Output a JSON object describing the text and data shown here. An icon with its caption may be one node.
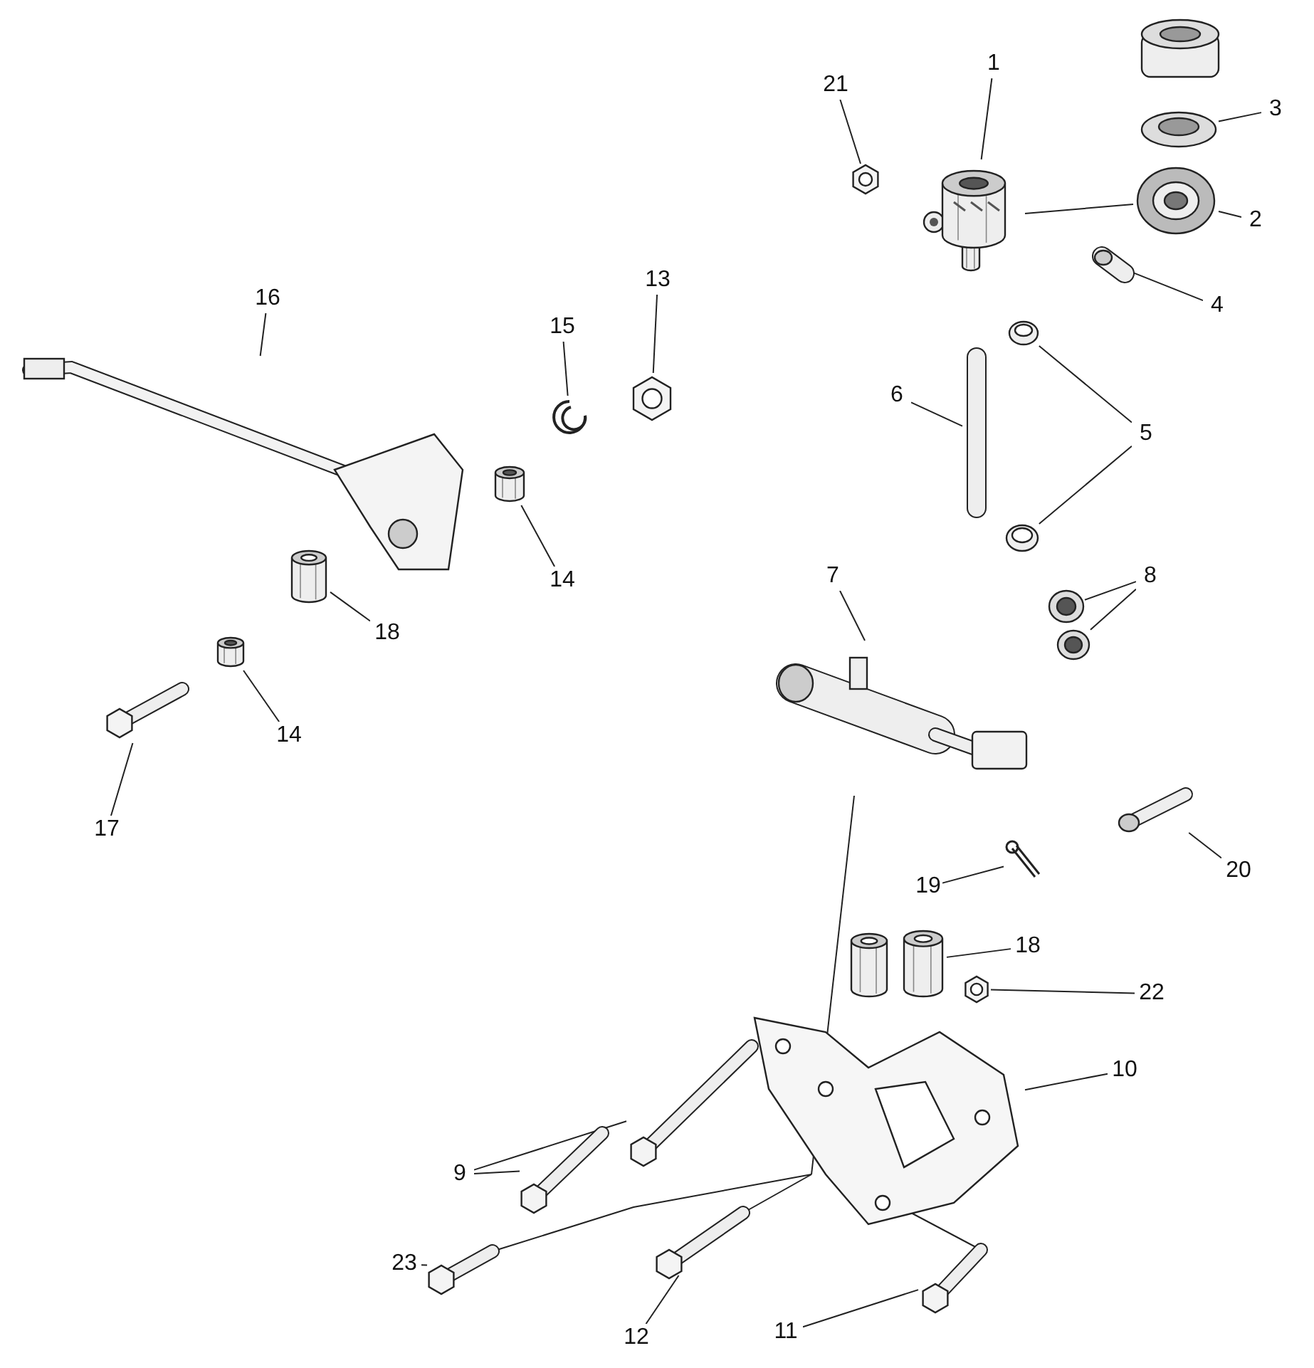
{
  "diagram": {
    "nodes": [
      {
        "text": [
          "1"
        ]
      },
      {
        "text": [],
        "shape": "picture"
      },
      {
        "text": [
          "2"
        ]
      },
      {
        "text": [],
        "shape": "picture"
      },
      {
        "text": [
          "3"
        ]
      },
      {
        "text": [],
        "shape": "picture"
      },
      {
        "text": [
          "4"
        ]
      },
      {
        "text": [],
        "shape": "picture"
      },
      {
        "text": [
          "5"
        ]
      },
      {
        "text": [],
        "shape": "picture"
      },
      {
        "text": [],
        "shape": "picture"
      },
      {
        "text": [
          "6"
        ]
      },
      {
        "text": [],
        "shape": "picture"
      },
      {
        "text": [
          "7"
        ]
      },
      {
        "text": [],
        "shape": "picture"
      },
      {
        "text": [
          "8"
        ]
      },
      {
        "text": [],
        "shape": "picture"
      },
      {
        "text": [],
        "shape": "picture"
      },
      {
        "text": [
          "9"
        ]
      },
      {
        "text": [],
        "shape": "picture"
      },
      {
        "text": [],
        "shape": "picture"
      },
      {
        "text": [
          "10"
        ]
      },
      {
        "text": [],
        "shape": "picture"
      },
      {
        "text": [
          "11"
        ]
      },
      {
        "text": [],
        "shape": "picture"
      },
      {
        "text": [
          "12"
        ]
      },
      {
        "text": [],
        "shape": "picture"
      },
      {
        "text": [
          "13"
        ]
      },
      {
        "text": [],
        "shape": "picture"
      },
      {
        "text": [
          "14"
        ]
      },
      {
        "text": [],
        "shape": "picture"
      },
      {
        "text": [
          "14"
        ]
      },
      {
        "text": [],
        "shape": "picture"
      },
      {
        "text": [
          "15"
        ]
      },
      {
        "text": [],
        "shape": "picture"
      },
      {
        "text": [
          "16"
        ]
      },
      {
        "text": [],
        "shape": "picture"
      },
      {
        "text": [
          "17"
        ]
      },
      {
        "text": [],
        "shape": "picture"
      },
      {
        "text": [
          "18"
        ]
      },
      {
        "text": [],
        "shape": "picture"
      },
      {
        "text": [
          "18"
        ]
      },
      {
        "text": [],
        "shape": "picture"
      },
      {
        "text": [
          "19"
        ]
      },
      {
        "text": [],
        "shape": "picture"
      },
      {
        "text": [
          "20"
        ]
      },
      {
        "text": [],
        "shape": "picture"
      },
      {
        "text": [
          "21"
        ]
      },
      {
        "text": [],
        "shape": "picture"
      },
      {
        "text": [
          "22"
        ]
      },
      {
        "text": [],
        "shape": "picture"
      },
      {
        "text": [
          "23"
        ]
      },
      {
        "text": [],
        "shape": "picture"
      }
    ],
    "edges": [
      {
        "from": 0,
        "to": 1,
        "arrow": "none"
      },
      {
        "from": 2,
        "to": 3,
        "arrow": "none"
      },
      {
        "from": 4,
        "to": 5,
        "arrow": "none"
      },
      {
        "from": 6,
        "to": 7,
        "arrow": "none"
      },
      {
        "from": 8,
        "to": 9,
        "arrow": "none"
      },
      {
        "from": 8,
        "to": 10,
        "arrow": "none"
      },
      {
        "from": 11,
        "to": 12,
        "arrow": "none"
      },
      {
        "from": 13,
        "to": 14,
        "arrow": "none"
      },
      {
        "from": 15,
        "to": 16,
        "arrow": "none"
      },
      {
        "from": 15,
        "to": 17,
        "arrow": "none"
      },
      {
        "from": 18,
        "to": 19,
        "arrow": "none"
      },
      {
        "from": 18,
        "to": 20,
        "arrow": "none"
      },
      {
        "from": 21,
        "to": 22,
        "arrow": "none"
      },
      {
        "from": 23,
        "to": 24,
        "arrow": "none"
      },
      {
        "from": 25,
        "to": 26,
        "arrow": "none"
      },
      {
        "from": 27,
        "to": 28,
        "arrow": "none"
      },
      {
        "from": 29,
        "to": 30,
        "arrow": "none"
      },
      {
        "from": 31,
        "to": 32,
        "arrow": "none"
      },
      {
        "from": 33,
        "to": 34,
        "arrow": "none"
      },
      {
        "from": 35,
        "to": 36,
        "arrow": "none"
      },
      {
        "from": 37,
        "to": 38,
        "arrow": "none"
      },
      {
        "from": 39,
        "to": 40,
        "arrow": "none"
      },
      {
        "from": 41,
        "to": 42,
        "arrow": "none"
      },
      {
        "from": 43,
        "to": 44,
        "arrow": "none"
      },
      {
        "from": 45,
        "to": 46,
        "arrow": "none"
      },
      {
        "from": 47,
        "to": 48,
        "arrow": "none"
      },
      {
        "from": 49,
        "to": 50,
        "arrow": "none"
      },
      {
        "from": 51,
        "to": 52,
        "arrow": "none"
      },
      {
        "from": 1,
        "to": 3,
        "arrow": "none"
      },
      {
        "from": 14,
        "to": 22,
        "arrow": "none"
      },
      {
        "from": 52,
        "to": 22,
        "arrow": "none"
      },
      {
        "from": 26,
        "to": 22,
        "arrow": "none"
      },
      {
        "from": 24,
        "to": 22,
        "arrow": "none"
      }
    ]
  }
}
